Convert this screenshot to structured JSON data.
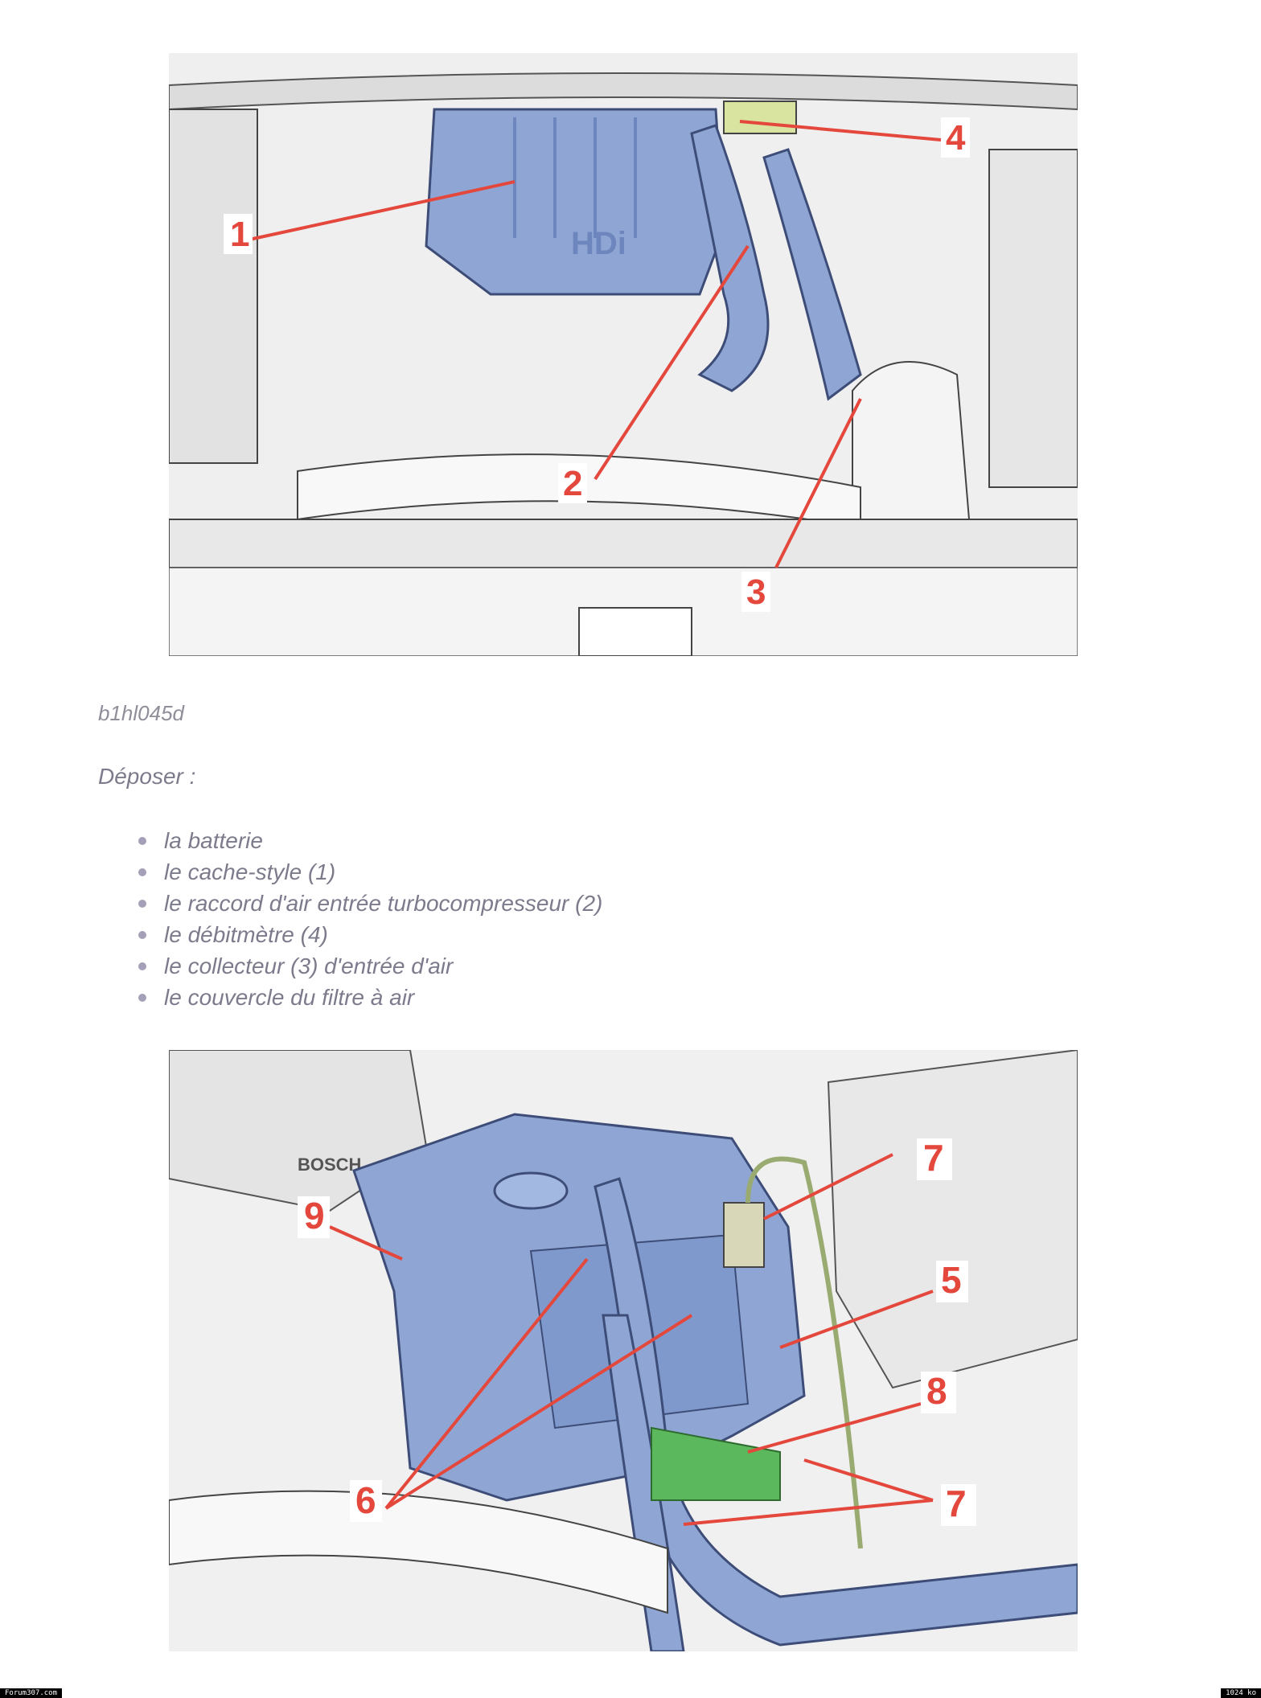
{
  "figure_1": {
    "callouts": [
      "1",
      "2",
      "3",
      "4"
    ],
    "badge": "HDi"
  },
  "caption": "b1hl045d",
  "lead": "Déposer :",
  "steps": [
    "la batterie",
    "le cache-style (1)",
    "le raccord d'air entrée turbocompresseur (2)",
    "le débitmètre (4)",
    "le collecteur (3) d'entrée d'air",
    "le couvercle du filtre à air"
  ],
  "figure_2": {
    "callouts": [
      "9",
      "6",
      "7",
      "5",
      "8",
      "7"
    ],
    "brand": "BOSCH"
  },
  "footer": {
    "left": "Forum307.com",
    "right": "1024 ko"
  },
  "colors": {
    "part_blue": "#8fa6d4",
    "part_blue_dark": "#6d86bd",
    "callout_red": "#e4473c",
    "sensor_green": "#5cb85c",
    "text_grey": "#7b7b8c"
  }
}
